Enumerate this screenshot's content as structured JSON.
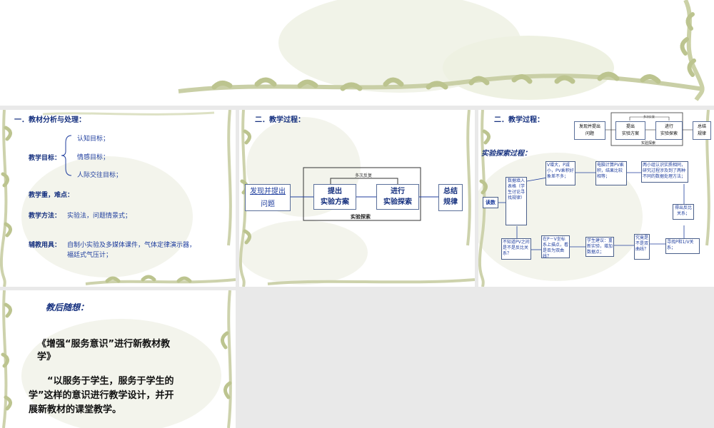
{
  "slide1": {
    "title": "一．教材分析与处理：",
    "goals_label": "教学目标：",
    "goals": [
      "认知目标；",
      "情感目标；",
      "人际交往目标；"
    ],
    "focus_label": "教学重，难点：",
    "methods_label": "教学方法：",
    "methods_value": "实验法，问题情景式；",
    "tools_label": "辅教用具：",
    "tools_line1": "自制小实验及多媒体课件，气体定律演示器，",
    "tools_line2": "福廷式气压计；"
  },
  "slide2": {
    "title": "二．教学过程：",
    "step1": [
      "发现并提出",
      "问题"
    ],
    "step2": [
      "提出",
      "实验方案"
    ],
    "step3": [
      "进行",
      "实验探索"
    ],
    "step4": [
      "总结",
      "规律"
    ],
    "loop_label": "多次反复",
    "group_label": "实验探索"
  },
  "slide3": {
    "title": "二．教学过程：",
    "mini": {
      "step1": [
        "发现并提出",
        "问题"
      ],
      "step2": [
        "提出",
        "实验方案"
      ],
      "step3": [
        "进行",
        "实验探索"
      ],
      "step4": [
        "总结",
        "规律"
      ],
      "loop_label": "多次反复",
      "group_label": "实验探索"
    },
    "subtitle": "实验探索过程：",
    "nodes": {
      "read": "读数",
      "table": "数据填入表格（学生讨论寻找规律）",
      "vp": "V增大，P减小，PV乘积好象差不多；",
      "computer": "电脑计算PV乘积，结果比较相等；",
      "groups": "两小组认识实质相同，研究过程涉及到了两种不同的数据处理方法；",
      "inverse": "得出反比关系；",
      "unknown": "不知道PV之间是不是反比关系？",
      "plot": "在P－V坐标系上描点，看是否为双曲线？",
      "advice": "学生建议：重新实验，增加数据点；",
      "hyper": "究竟是不是双曲线？",
      "find": "寻找P和1/V关系；"
    }
  },
  "slide4": {
    "title": "教后随想：",
    "heading_line1": "《增强“服务意识”进行新教材教",
    "heading_line2": "学》",
    "body_line1": "“以服务于学生，服务于学生的",
    "body_line2": "学”这样的意识进行教学设计，并开",
    "body_line3": "展新教材的课堂教学。"
  }
}
